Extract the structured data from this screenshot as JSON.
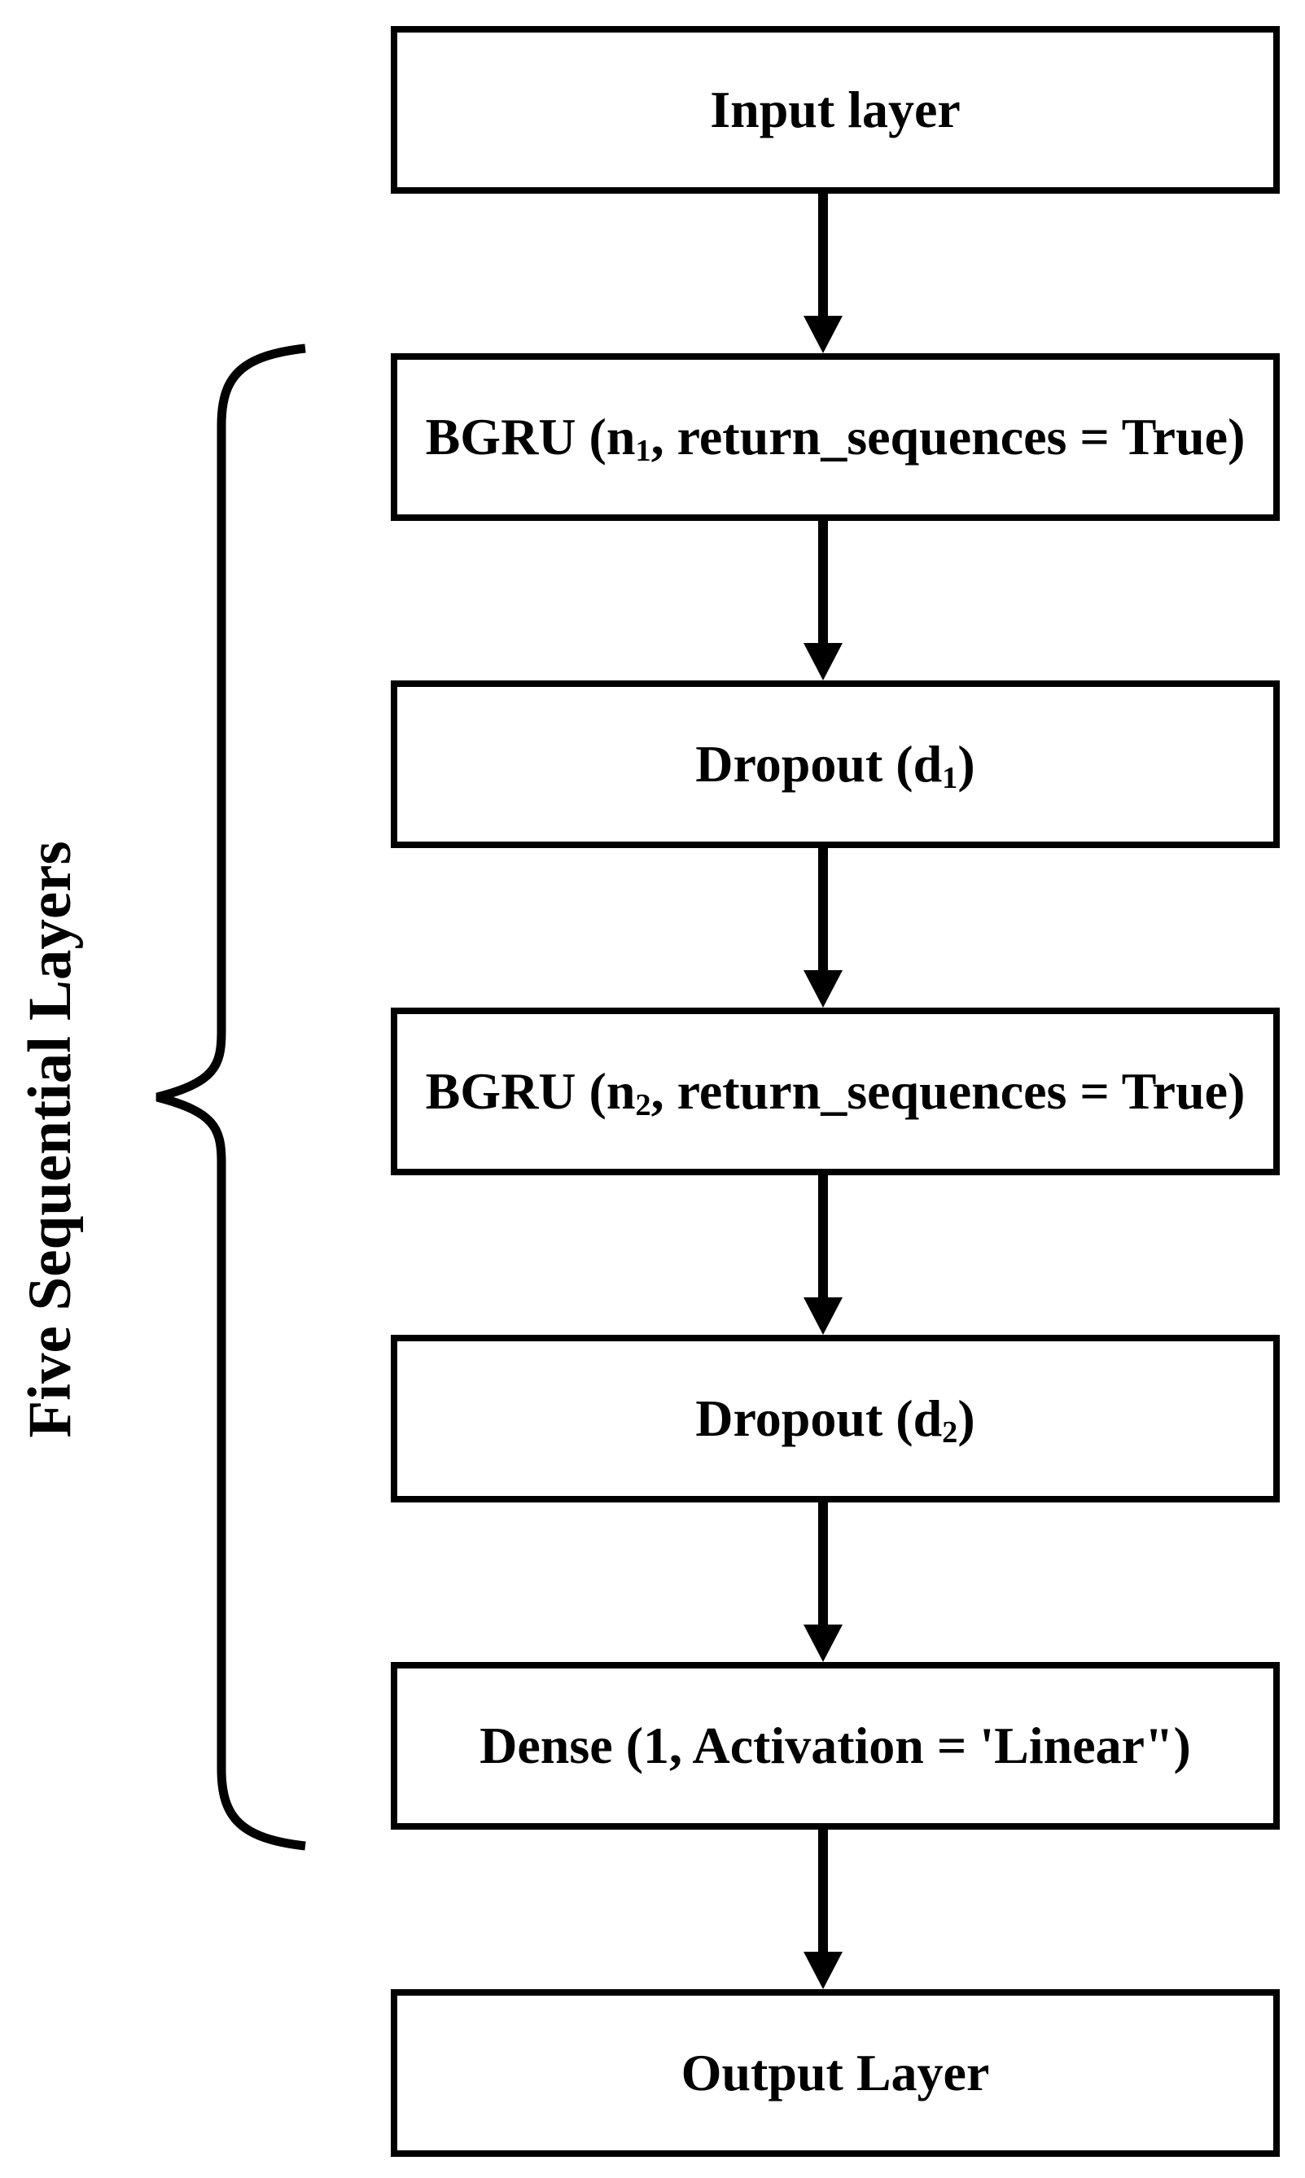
{
  "diagram": {
    "title": "BGRU model architecture flowchart",
    "colors": {
      "background": "#ffffff",
      "stroke": "#000000",
      "text": "#000000"
    },
    "brace": {
      "label": "Five Sequential Layers",
      "side": "left",
      "spans_boxes": 5
    },
    "boxes": [
      {
        "id": "input-layer",
        "prefix": "Input layer",
        "sub": "",
        "suffix": ""
      },
      {
        "id": "bgru-1",
        "prefix": "BGRU (n",
        "sub": "1",
        "suffix": ", return_sequences = True)"
      },
      {
        "id": "dropout-1",
        "prefix": "Dropout (d",
        "sub": "1",
        "suffix": ")"
      },
      {
        "id": "bgru-2",
        "prefix": "BGRU (n",
        "sub": "2",
        "suffix": ", return_sequences = True)"
      },
      {
        "id": "dropout-2",
        "prefix": "Dropout (d",
        "sub": "2",
        "suffix": ")"
      },
      {
        "id": "dense",
        "prefix": "Dense (1, Activation = 'Linear\")",
        "sub": "",
        "suffix": ""
      },
      {
        "id": "output-layer",
        "prefix": "Output Layer",
        "sub": "",
        "suffix": ""
      }
    ],
    "arrows": {
      "count": 6,
      "direction": "down"
    }
  }
}
